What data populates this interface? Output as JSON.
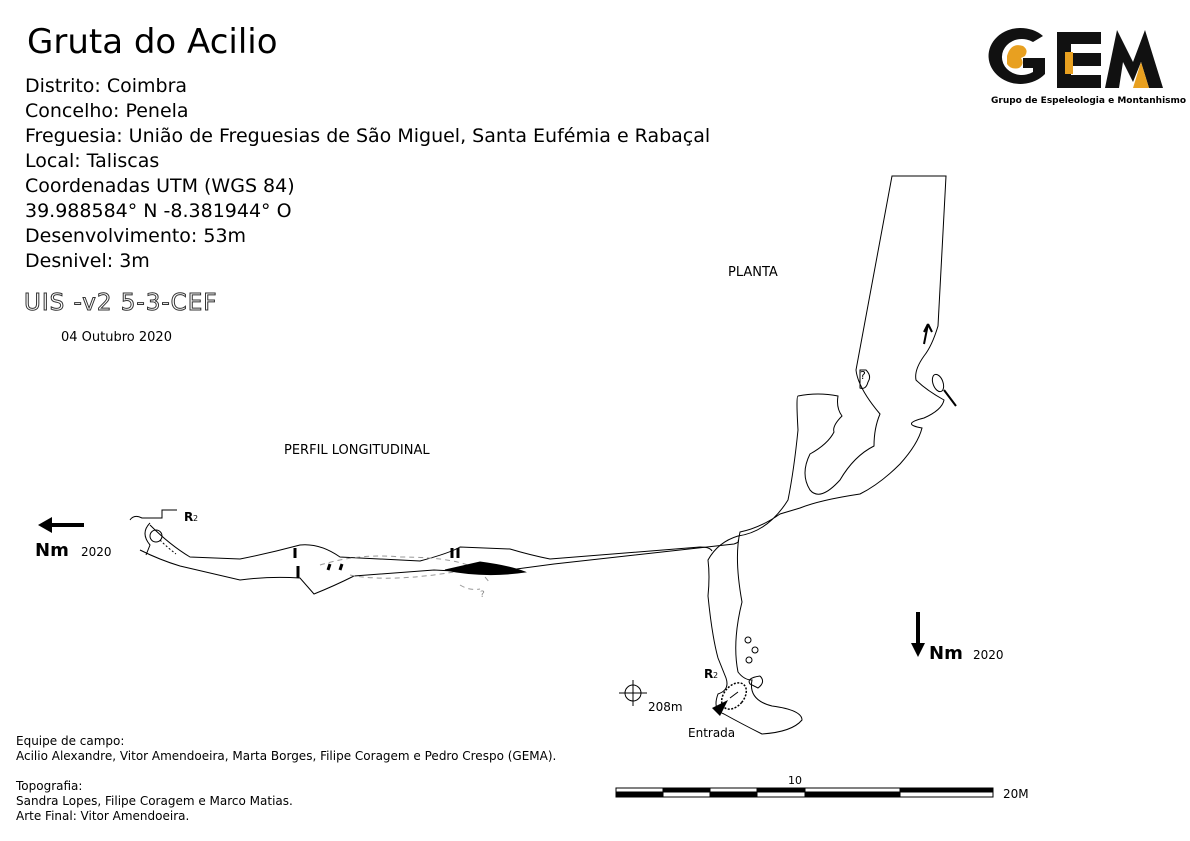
{
  "title": "Gruta do Acilio",
  "info": [
    "Distrito: Coimbra",
    "Concelho: Penela",
    "Freguesia: União de Freguesias de São Miguel, Santa Eufémia e Rabaçal",
    "Local: Taliscas",
    "Coordenadas UTM (WGS 84)",
    "39.988584° N -8.381944° O",
    "Desenvolvimento: 53m",
    "Desnivel: 3m"
  ],
  "code": "UIS -v2 5-3-CEF",
  "date": "04 Outubro 2020",
  "logo": {
    "letters": "GEM",
    "subtitle": "Grupo de Espeleologia e Montanhismo",
    "accent": "#e8a020"
  },
  "profile": {
    "label": "PERFIL LONGITUDINAL",
    "north": "Nm",
    "north_year": "2020",
    "rope": "R",
    "rope_sub": "2",
    "question": "?"
  },
  "plan": {
    "label": "PLANTA",
    "north": "Nm",
    "north_year": "2020",
    "rope": "R",
    "rope_sub": "2",
    "question": "?",
    "entrance": "Entrada",
    "altitude": "208m"
  },
  "scale": {
    "mid": "10",
    "end": "20M"
  },
  "credits": {
    "team_heading": "Equipe de campo:",
    "team": "Acilio Alexandre, Vitor Amendoeira, Marta Borges, Filipe Coragem e Pedro Crespo (GEMA).",
    "topo_heading": "Topografia:",
    "topo": "Sandra Lopes, Filipe Coragem e Marco Matias.",
    "art": "Arte Final: Vitor Amendoeira."
  }
}
